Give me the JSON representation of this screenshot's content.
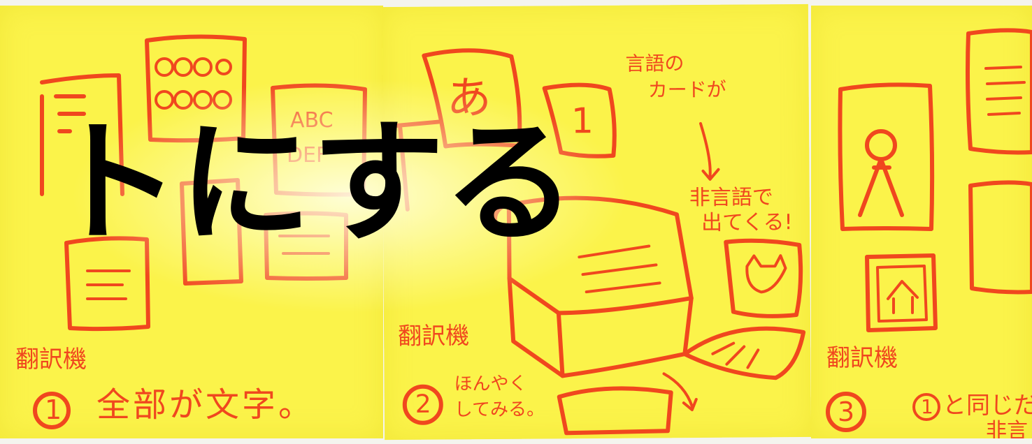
{
  "overlay_title": "トにする",
  "notes": [
    {
      "caption": "翻訳機",
      "number": "1",
      "text": "全部が文字。",
      "card_texts": [
        "ABC",
        "DEF"
      ]
    },
    {
      "caption": "翻訳機",
      "number": "2",
      "text_line1": "ほんやく",
      "text_line2": "してみる。",
      "card_texts": [
        "あ",
        "1"
      ],
      "annotation_top_line1": "言語の",
      "annotation_top_line2": "カードが",
      "annotation_bottom_line1": "非言語で",
      "annotation_bottom_line2": "出てくる!"
    },
    {
      "caption": "翻訳機",
      "number": "3",
      "text": "と同じだ",
      "inline_number": "1",
      "text_cut": "非言"
    }
  ],
  "colors": {
    "note": "#fbf34a",
    "ink": "#f0471e",
    "title": "#000000"
  }
}
